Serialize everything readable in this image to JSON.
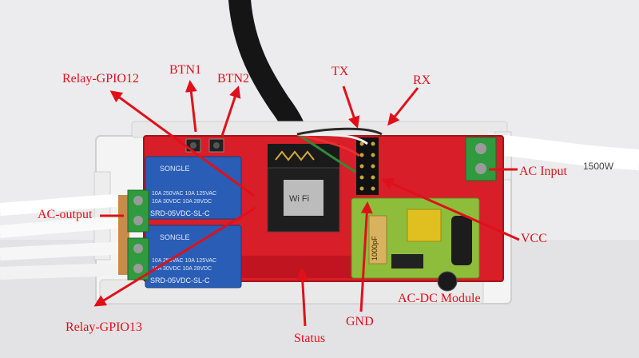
{
  "annotations": {
    "relay_gpio12": "Relay-GPIO12",
    "btn1": "BTN1",
    "btn2": "BTN2",
    "tx": "TX",
    "rx": "RX",
    "ac_output": "AC-output",
    "ac_input": "AC Input",
    "vcc": "VCC",
    "relay_gpio13": "Relay-GPIO13",
    "status": "Status",
    "gnd": "GND",
    "ac_dc_module": "AC-DC Module"
  },
  "board_print": {
    "wifi_module": "Wi Fi",
    "relay_top_model": "SRD-05VDC-SL-C",
    "relay_bottom_model": "SRD-05VDC-SL-C",
    "relay_brand": "SONGLE",
    "relay_rating_1": "10A 250VAC  10A 125VAC",
    "relay_rating_2": "10A 30VDC  10A 28VDC",
    "capacitor": "1000pF",
    "cable_marking": "1500W"
  },
  "colors": {
    "arrow_red": "#e0101a",
    "board_red": "#d81e28",
    "relay_blue": "#2a5db5",
    "terminal_green": "#2f9a3e",
    "module_green": "#8dbd3a"
  }
}
